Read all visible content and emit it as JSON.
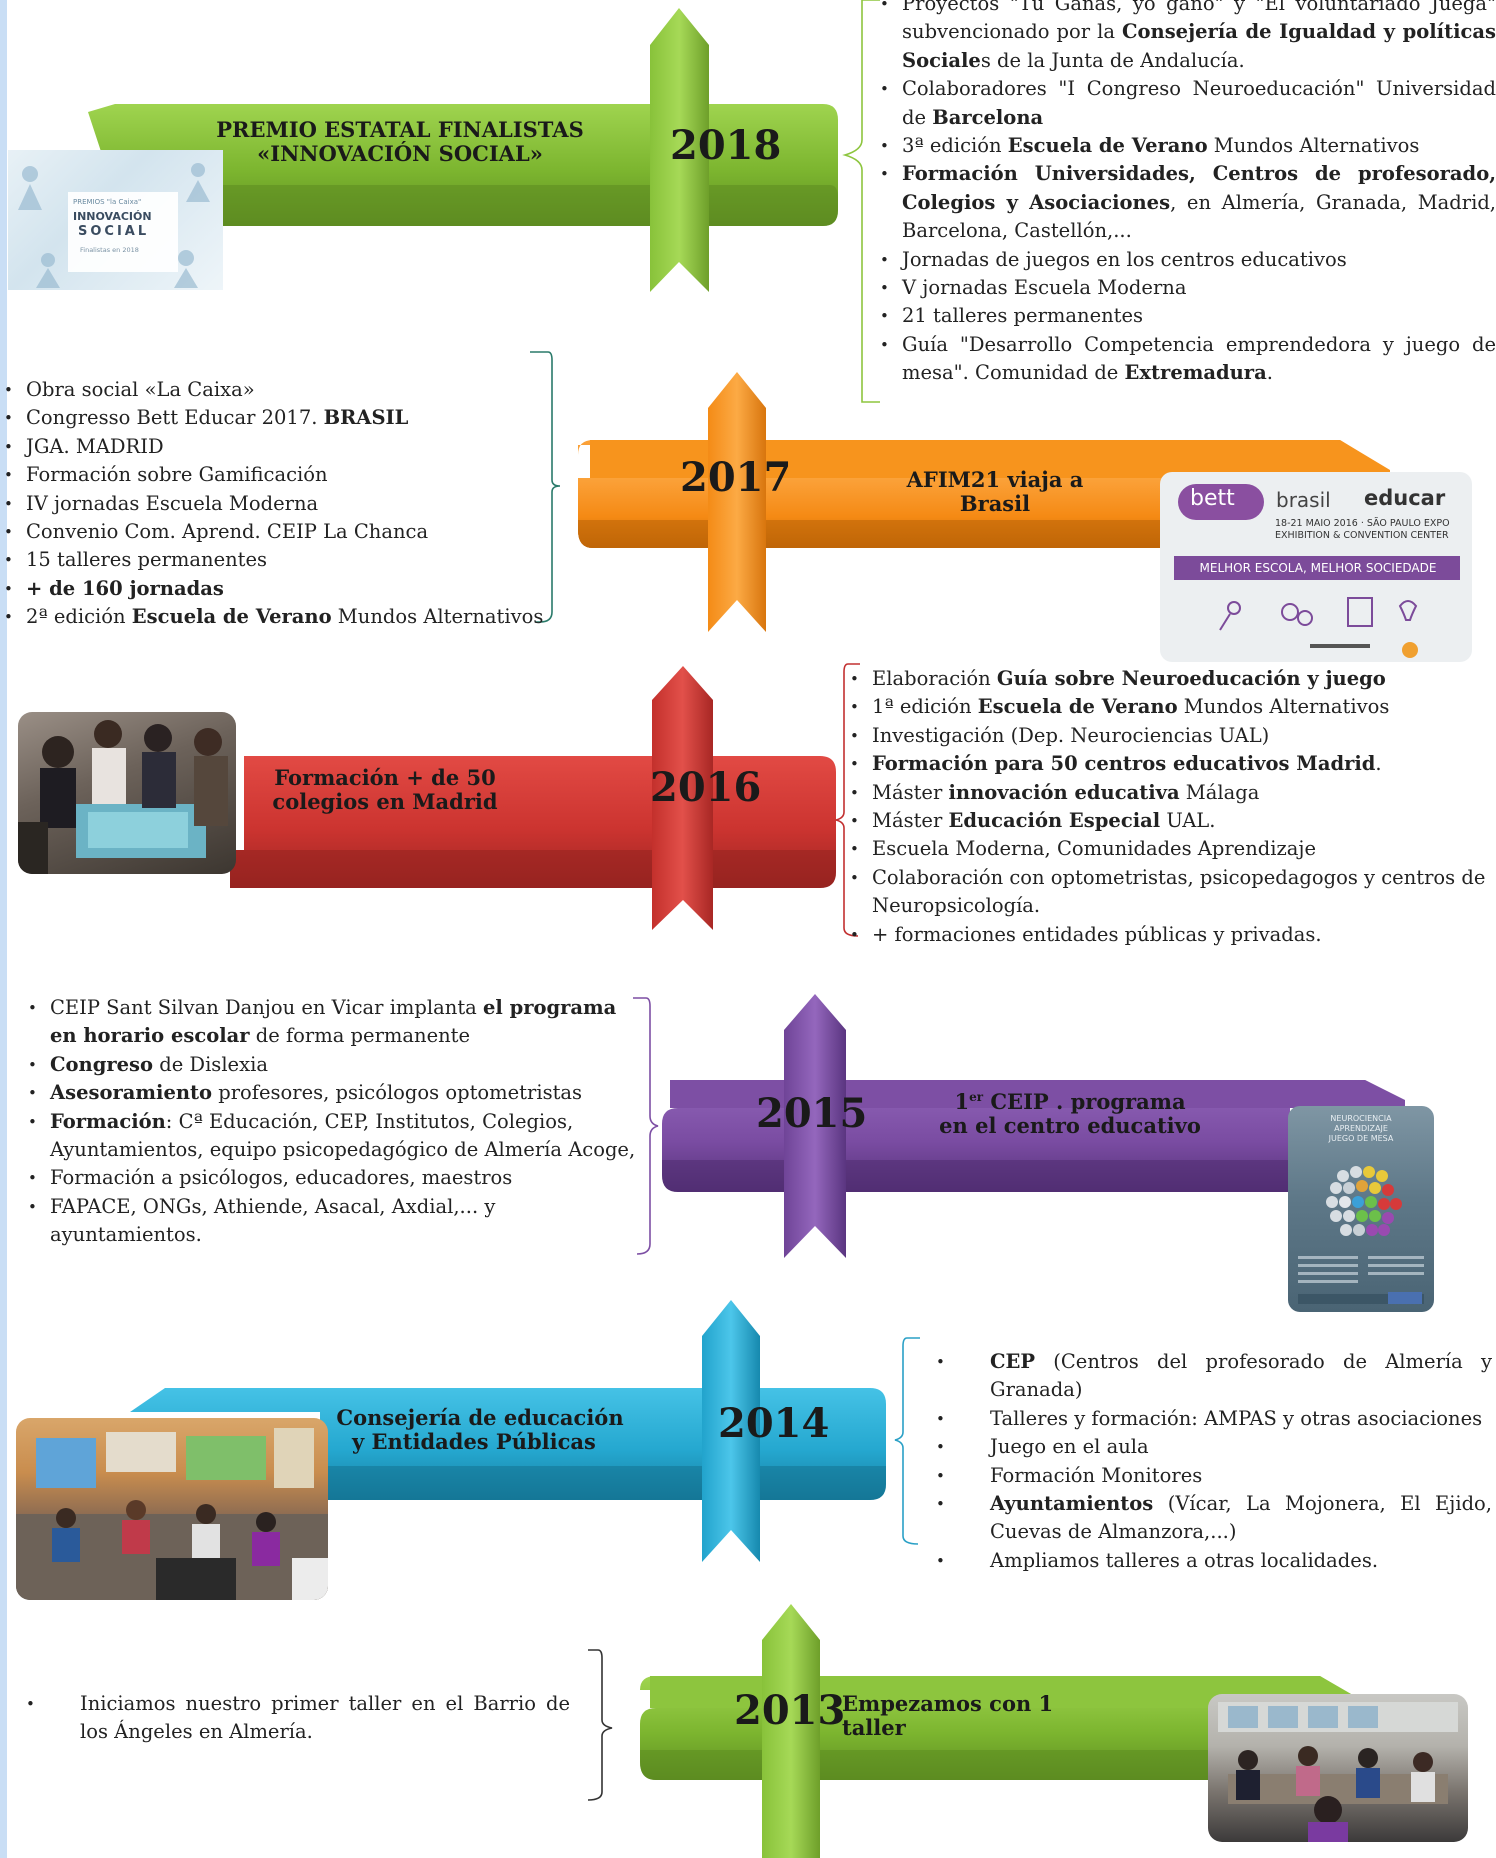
{
  "colors": {
    "green": "#8dc53e",
    "orange": "#f7941d",
    "red": "#d23a36",
    "purple": "#7d4fa4",
    "blue": "#2bb0d6"
  },
  "milestones": {
    "y2018": {
      "year": "2018",
      "title_line1": "PREMIO ESTATAL FINALISTAS",
      "title_line2": "«INNOVACIÓN SOCIAL»",
      "logo_top": "PREMIOS \"la Caixa\"",
      "logo_line1": "INNOVACIÓN",
      "logo_line2": "SOCIAL",
      "logo_bottom": "Finalistas en 2018",
      "items": [
        {
          "pre": "Proyectos \"Tú Ganas, yo gano\" y \"El voluntariado Juega\" subvencionado por la ",
          "bold": "Consejería de Igualdad y políticas Sociale",
          "post": "s de la Junta de Andalucía."
        },
        {
          "pre": "Colaboradores \"I Congreso Neuroeducación\" Universidad de ",
          "bold": "Barcelona",
          "post": ""
        },
        {
          "pre": "3ª edición ",
          "bold": "Escuela de Verano",
          "post": " Mundos Alternativos"
        },
        {
          "pre": "",
          "bold": "Formación Universidades, Centros de profesorado, Colegios y  Asociaciones",
          "post": ", en Almería, Granada, Madrid, Barcelona, Castellón,..."
        },
        {
          "pre": "Jornadas de juegos en los centros educativos",
          "bold": "",
          "post": ""
        },
        {
          "pre": "V jornadas Escuela Moderna",
          "bold": "",
          "post": ""
        },
        {
          "pre": "21 talleres permanentes",
          "bold": "",
          "post": ""
        },
        {
          "pre": "Guía \"Desarrollo Competencia emprendedora y juego de mesa\". Comunidad de ",
          "bold": "Extremadura",
          "post": "."
        }
      ]
    },
    "y2017": {
      "year": "2017",
      "title": "AFIM21 viaja a Brasil",
      "poster_bett": "bett",
      "poster_brasil": "brasil",
      "poster_educar": "educar",
      "poster_dates": "18-21 MAIO 2016 · SÃO PAULO EXPO",
      "poster_center": "EXHIBITION & CONVENTION CENTER",
      "poster_slogan": "MELHOR ESCOLA, MELHOR SOCIEDADE",
      "items": [
        {
          "pre": "Obra social «La Caixa»",
          "bold": "",
          "post": ""
        },
        {
          "pre": "Congresso Bett Educar 2017. ",
          "bold": "BRASIL",
          "post": ""
        },
        {
          "pre": "JGA. MADRID",
          "bold": "",
          "post": ""
        },
        {
          "pre": "Formación sobre Gamificación",
          "bold": "",
          "post": ""
        },
        {
          "pre": "IV jornadas Escuela Moderna",
          "bold": "",
          "post": ""
        },
        {
          "pre": " Convenio Com. Aprend. CEIP La Chanca",
          "bold": "",
          "post": ""
        },
        {
          "pre": "15 talleres permanentes",
          "bold": "",
          "post": ""
        },
        {
          "pre": "",
          "bold": "+ de 160 jornadas",
          "post": ""
        },
        {
          "pre": "2ª edición ",
          "bold": "Escuela de Verano",
          "post": " Mundos Alternativos"
        }
      ]
    },
    "y2016": {
      "year": "2016",
      "title_line1": "Formación + de 50",
      "title_line2": "colegios en Madrid",
      "items": [
        {
          "pre": "Elaboración ",
          "bold": "Guía sobre Neuroeducación y juego",
          "post": ""
        },
        {
          "pre": "1ª edición ",
          "bold": "Escuela de Verano",
          "post": " Mundos Alternativos"
        },
        {
          "pre": "Investigación (Dep. Neurociencias UAL)",
          "bold": "",
          "post": ""
        },
        {
          "pre": "",
          "bold": "Formación para 50 centros educativos Madrid",
          "post": "."
        },
        {
          "pre": "Máster ",
          "bold": "innovación educativa",
          "post": " Málaga"
        },
        {
          "pre": "Máster ",
          "bold": "Educación Especial",
          "post": " UAL."
        },
        {
          "pre": "Escuela Moderna, Comunidades Aprendizaje",
          "bold": "",
          "post": ""
        },
        {
          "pre": "Colaboración con optometristas, psicopedagogos y centros de Neuropsicología.",
          "bold": "",
          "post": ""
        },
        {
          "pre": "+ formaciones entidades públicas y privadas.",
          "bold": "",
          "post": ""
        }
      ]
    },
    "y2015": {
      "year": "2015",
      "title_pre": "1",
      "title_sup": "er",
      "title_line1": " CEIP . programa",
      "title_line2": "en el centro educativo",
      "poster_line1": "NEUROCIENCIA",
      "poster_line2": "APRENDIZAJE",
      "poster_line3": "JUEGO DE MESA",
      "items": [
        {
          "pre": "CEIP Sant Silvan Danjou en Vicar implanta ",
          "bold": "el programa en horario escolar",
          "post": " de forma permanente"
        },
        {
          "pre": "",
          "bold": "Congreso",
          "post": " de Dislexia"
        },
        {
          "pre": "",
          "bold": "Asesoramiento",
          "post": " profesores, psicólogos optometristas"
        },
        {
          "pre": "",
          "bold": "Formación",
          "post": ": Cª Educación, CEP, Institutos, Colegios, Ayuntamientos, equipo psicopedagógico de Almería Acoge,"
        },
        {
          "pre": "Formación a psicólogos, educadores, maestros",
          "bold": "",
          "post": ""
        },
        {
          "pre": "FAPACE, ONGs, Athiende, Asacal, Axdial,... y ayuntamientos.",
          "bold": "",
          "post": ""
        }
      ]
    },
    "y2014": {
      "year": "2014",
      "title_line1": "Consejería de educación",
      "title_line2": " y  Entidades Públicas",
      "items": [
        {
          "pre": "",
          "bold": "CEP",
          "post": " (Centros del profesorado de Almería y Granada)"
        },
        {
          "pre": "Talleres y formación: AMPAS y otras asociaciones",
          "bold": "",
          "post": ""
        },
        {
          "pre": "Juego en el aula",
          "bold": "",
          "post": ""
        },
        {
          "pre": "Formación Monitores",
          "bold": "",
          "post": ""
        },
        {
          "pre": "",
          "bold": "Ayuntamientos",
          "post": " (Vícar, La Mojonera, El Ejido, Cuevas de Almanzora,...)"
        },
        {
          "pre": "Ampliamos talleres a otras localidades.",
          "bold": "",
          "post": ""
        }
      ]
    },
    "y2013": {
      "year": "2013",
      "title": "Empezamos con 1 taller",
      "items": [
        {
          "pre": "Iniciamos nuestro primer taller en el Barrio de los Ángeles en Almería.",
          "bold": "",
          "post": ""
        }
      ]
    }
  }
}
